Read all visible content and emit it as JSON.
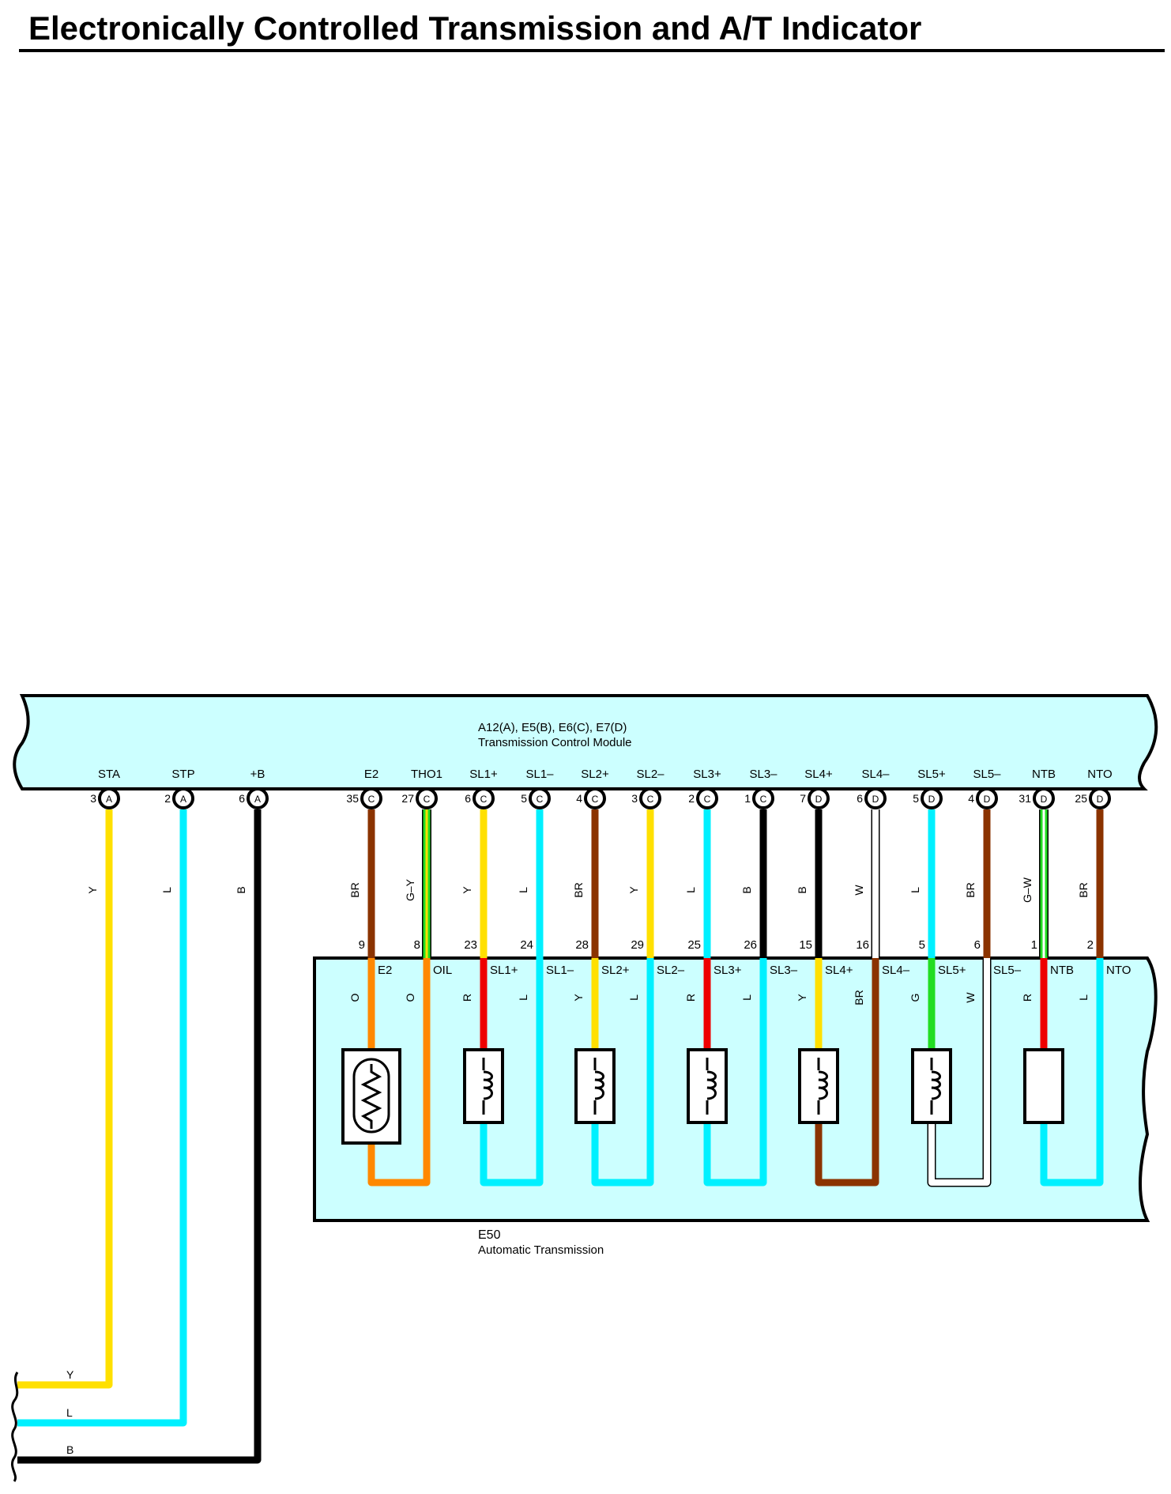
{
  "title": "Electronically Controlled Transmission and A/T Indicator",
  "colors": {
    "module_fill": "#ccffff",
    "Y": "#ffe000",
    "L": "#00f0ff",
    "B": "#000000",
    "BR": "#8b3300",
    "G": "#22dd22",
    "R": "#ee0000",
    "O": "#ff8800",
    "W": "#ffffff"
  },
  "tcm": {
    "connectors": "A12(A), E5(B), E6(C), E7(D)",
    "name": "Transmission Control Module",
    "pins": [
      {
        "label": "STA",
        "num": "3",
        "conn": "A",
        "color": "Y",
        "wire_label": "Y"
      },
      {
        "label": "STP",
        "num": "2",
        "conn": "A",
        "color": "L",
        "wire_label": "L"
      },
      {
        "label": "+B",
        "num": "6",
        "conn": "A",
        "color": "B",
        "wire_label": "B"
      },
      {
        "label": "E2",
        "num": "35",
        "conn": "C",
        "color": "BR",
        "wire_label": "BR",
        "e50_num": "9"
      },
      {
        "label": "THO1",
        "num": "27",
        "conn": "C",
        "color": "G-Y",
        "wire_label": "G–Y",
        "e50_num": "8"
      },
      {
        "label": "SL1+",
        "num": "6",
        "conn": "C",
        "color": "Y",
        "wire_label": "Y",
        "e50_num": "23"
      },
      {
        "label": "SL1–",
        "num": "5",
        "conn": "C",
        "color": "L",
        "wire_label": "L",
        "e50_num": "24"
      },
      {
        "label": "SL2+",
        "num": "4",
        "conn": "C",
        "color": "BR",
        "wire_label": "BR",
        "e50_num": "28"
      },
      {
        "label": "SL2–",
        "num": "3",
        "conn": "C",
        "color": "Y",
        "wire_label": "Y",
        "e50_num": "29"
      },
      {
        "label": "SL3+",
        "num": "2",
        "conn": "C",
        "color": "L",
        "wire_label": "L",
        "e50_num": "25"
      },
      {
        "label": "SL3–",
        "num": "1",
        "conn": "C",
        "color": "B",
        "wire_label": "B",
        "e50_num": "26"
      },
      {
        "label": "SL4+",
        "num": "7",
        "conn": "D",
        "color": "B",
        "wire_label": "B",
        "e50_num": "15"
      },
      {
        "label": "SL4–",
        "num": "6",
        "conn": "D",
        "color": "W",
        "wire_label": "W",
        "e50_num": "16"
      },
      {
        "label": "SL5+",
        "num": "5",
        "conn": "D",
        "color": "L",
        "wire_label": "L",
        "e50_num": "5"
      },
      {
        "label": "SL5–",
        "num": "4",
        "conn": "D",
        "color": "BR",
        "wire_label": "BR",
        "e50_num": "6"
      },
      {
        "label": "NTB",
        "num": "31",
        "conn": "D",
        "color": "G-W",
        "wire_label": "G–W",
        "e50_num": "1"
      },
      {
        "label": "NTO",
        "num": "25",
        "conn": "D",
        "color": "BR",
        "wire_label": "BR",
        "e50_num": "2"
      }
    ]
  },
  "e50": {
    "code": "E50",
    "name": "Automatic Transmission",
    "terminals": [
      {
        "label": "E2",
        "color": "O",
        "wire_label": "O"
      },
      {
        "label": "OIL",
        "color": "O",
        "wire_label": "O"
      },
      {
        "label": "SL1+",
        "color": "R",
        "wire_label": "R"
      },
      {
        "label": "SL1–",
        "color": "L",
        "wire_label": "L"
      },
      {
        "label": "SL2+",
        "color": "Y",
        "wire_label": "Y"
      },
      {
        "label": "SL2–",
        "color": "L",
        "wire_label": "L"
      },
      {
        "label": "SL3+",
        "color": "R",
        "wire_label": "R"
      },
      {
        "label": "SL3–",
        "color": "L",
        "wire_label": "L"
      },
      {
        "label": "SL4+",
        "color": "Y",
        "wire_label": "Y"
      },
      {
        "label": "SL4–",
        "color": "BR",
        "wire_label": "BR"
      },
      {
        "label": "SL5+",
        "color": "G",
        "wire_label": "G"
      },
      {
        "label": "SL5–",
        "color": "W",
        "wire_label": "W"
      },
      {
        "label": "NTB",
        "color": "R",
        "wire_label": "R"
      },
      {
        "label": "NTO",
        "color": "L",
        "wire_label": "L"
      }
    ],
    "components": [
      {
        "type": "thermistor",
        "name": "fluid-temp-sensor"
      },
      {
        "type": "solenoid",
        "name": "solenoid-sl1"
      },
      {
        "type": "solenoid",
        "name": "solenoid-sl2"
      },
      {
        "type": "solenoid",
        "name": "solenoid-sl3"
      },
      {
        "type": "solenoid",
        "name": "solenoid-sl4"
      },
      {
        "type": "solenoid",
        "name": "solenoid-sl5"
      },
      {
        "type": "sensor",
        "name": "speed-sensor-nt"
      }
    ]
  },
  "continuation": [
    {
      "color": "Y",
      "label": "Y"
    },
    {
      "color": "L",
      "label": "L"
    },
    {
      "color": "B",
      "label": "B"
    }
  ]
}
